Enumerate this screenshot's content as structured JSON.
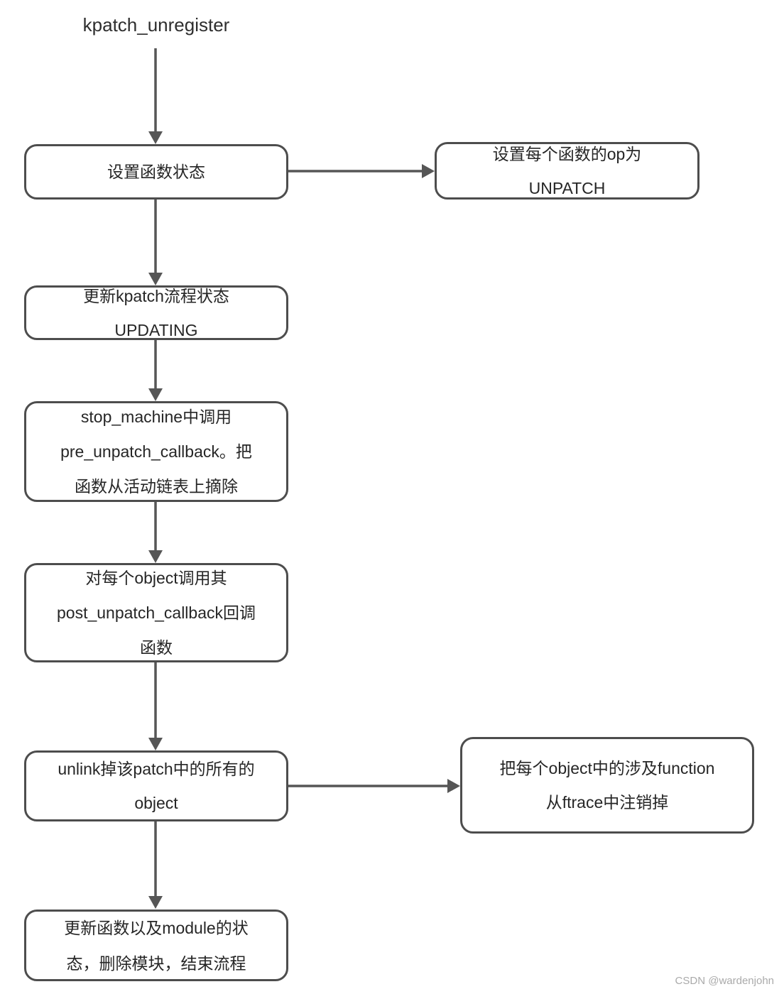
{
  "title": "kpatch_unregister",
  "nodes": {
    "set_function_state": {
      "lines": [
        "设置函数状态"
      ]
    },
    "set_op_unpatch": {
      "lines": [
        "设置每个函数的op为",
        "UNPATCH"
      ]
    },
    "update_state_updating": {
      "lines": [
        "更新kpatch流程状态",
        "UPDATING"
      ]
    },
    "stop_machine": {
      "lines": [
        "stop_machine中调用",
        "pre_unpatch_callback。把",
        "函数从活动链表上摘除"
      ]
    },
    "post_unpatch_callback": {
      "lines": [
        "对每个object调用其",
        "post_unpatch_callback回调",
        "函数"
      ]
    },
    "unlink_objects": {
      "lines": [
        "unlink掉该patch中的所有的",
        "object"
      ]
    },
    "ftrace_unregister": {
      "lines": [
        "把每个object中的涉及function",
        "从ftrace中注销掉"
      ]
    },
    "finish_flow": {
      "lines": [
        "更新函数以及module的状",
        "态，删除模块，结束流程"
      ]
    }
  },
  "watermark": "CSDN @wardenjohn",
  "colors": {
    "box_border": "#4d4d4d",
    "arrow": "#565656",
    "text": "#262626",
    "watermark_text": "#aaaaaa",
    "background": "#ffffff"
  }
}
